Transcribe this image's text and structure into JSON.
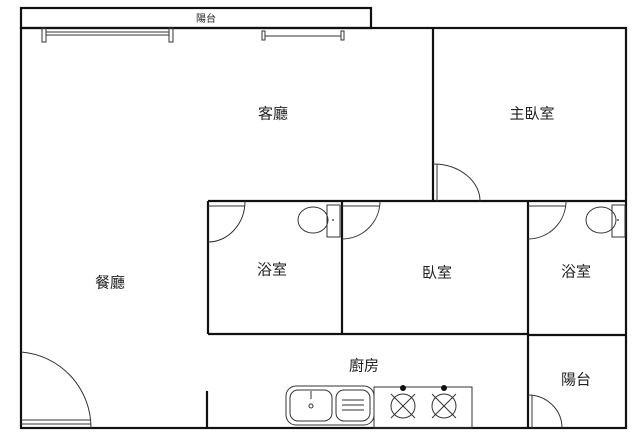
{
  "rooms": {
    "balcony_top": "陽台",
    "living_room": "客廳",
    "master_bedroom": "主臥室",
    "bathroom_1": "浴室",
    "bedroom": "臥室",
    "bathroom_2": "浴室",
    "dining_room": "餐廳",
    "kitchen": "廚房",
    "balcony_side": "陽台"
  },
  "colors": {
    "wall": "#111111",
    "background": "#ffffff"
  }
}
